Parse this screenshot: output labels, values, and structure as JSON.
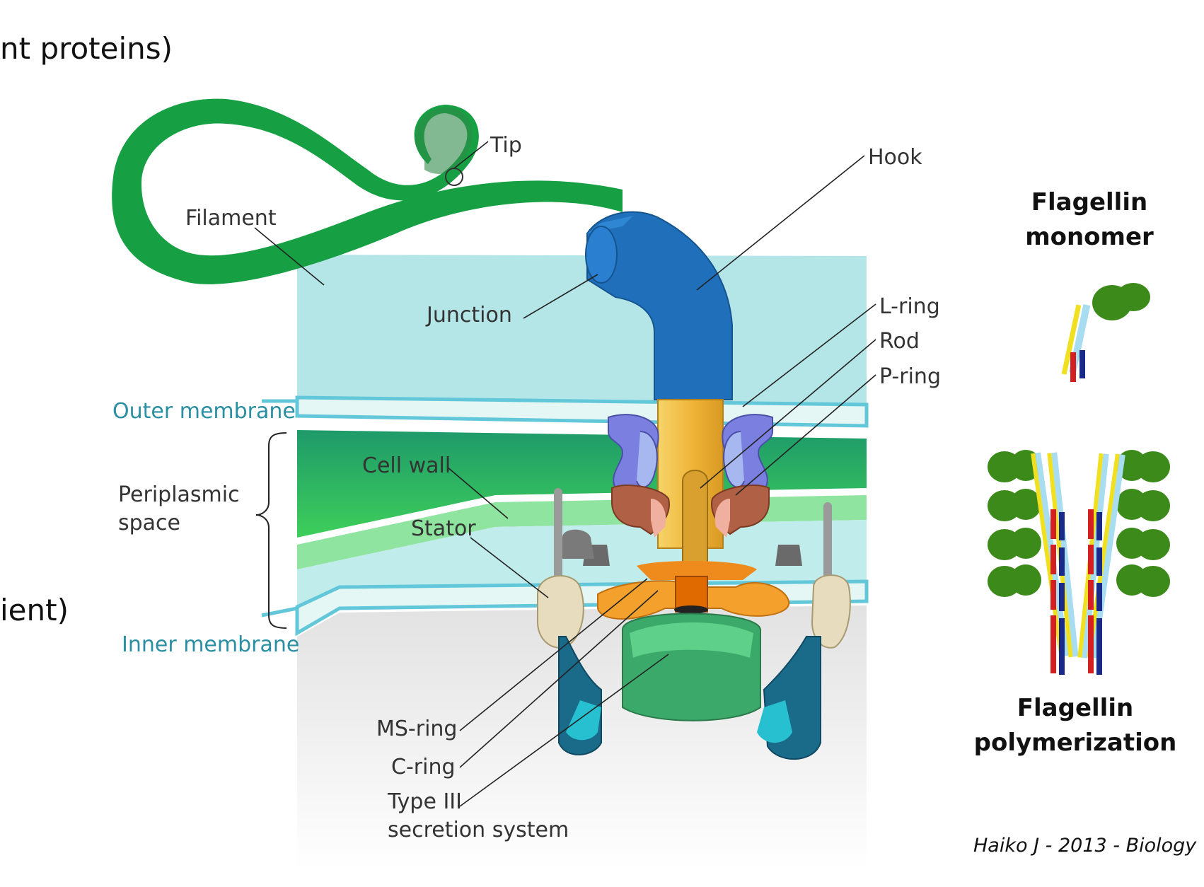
{
  "slide_fragments": {
    "top_left": "nt proteins)",
    "mid_left": "ient)"
  },
  "diagram": {
    "labels": {
      "tip": "Tip",
      "filament": "Filament",
      "hook": "Hook",
      "junction": "Junction",
      "l_ring": "L-ring",
      "rod": "Rod",
      "p_ring": "P-ring",
      "outer_membrane": "Outer membrane",
      "periplasmic_1": "Periplasmic",
      "periplasmic_2": "space",
      "cell_wall": "Cell wall",
      "stator": "Stator",
      "inner_membrane": "Inner membrane",
      "ms_ring": "MS-ring",
      "c_ring": "C-ring",
      "type3_1": "Type III",
      "type3_2": "secretion system"
    },
    "colors": {
      "filament": "#16a043",
      "hook": "#1f6fba",
      "outer_membrane": "#63c7da",
      "cell_wall": "#2db55a",
      "inner_membrane": "#63c7da",
      "periplasm": "#c7ecee",
      "cytoplasm": "#e6e6e6",
      "rod": "#f3c54d",
      "l_ring": "#7b7fe0",
      "p_ring": "#b06045",
      "c_ring": "#3aa96a",
      "stator": "#e8dcbf",
      "export": "#ef8a1c"
    }
  },
  "side_panel": {
    "monomer_title_1": "Flagellin",
    "monomer_title_2": "monomer",
    "poly_title_1": "Flagellin",
    "poly_title_2": "polymerization",
    "colors": {
      "globule": "#3c8a1a",
      "yellow": "#f0e020",
      "red": "#d42020",
      "navy": "#1a2a8a",
      "lightblue": "#a8dcf0"
    }
  },
  "citation": "Haiko J - 2013 - Biology"
}
